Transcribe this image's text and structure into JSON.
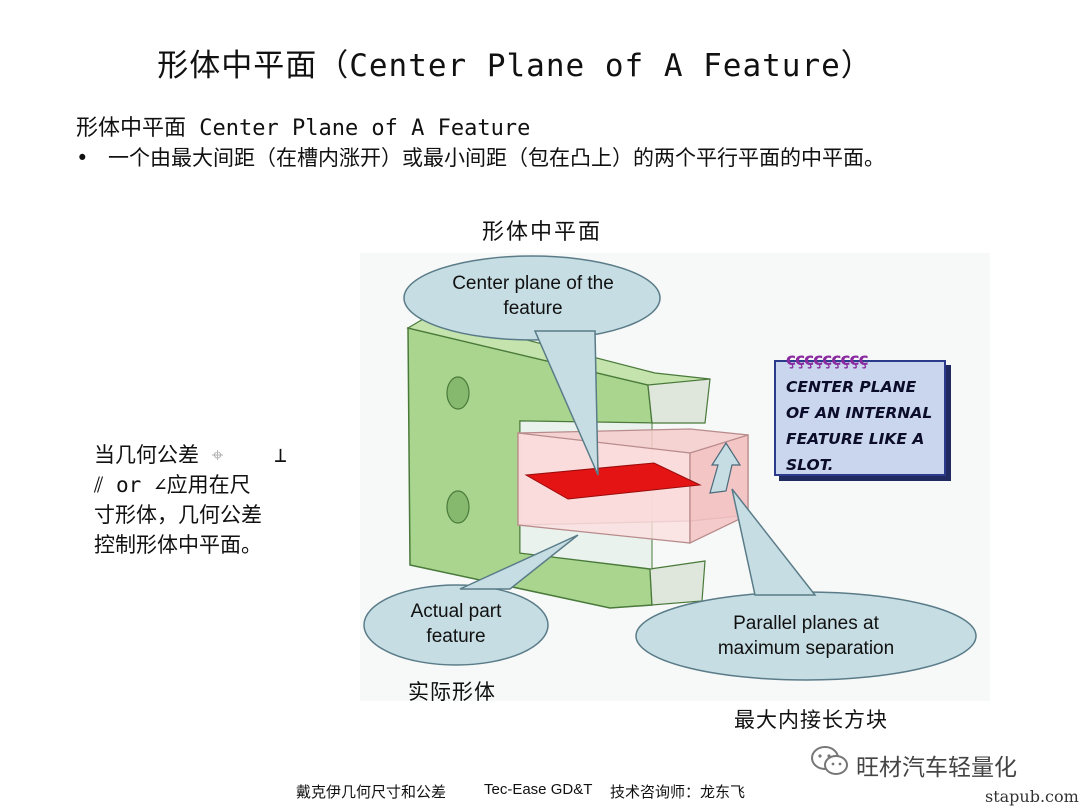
{
  "slide": {
    "title": "形体中平面（Center Plane of A Feature）",
    "subtitle": "形体中平面 Center Plane of A Feature",
    "bullet_marker": "•",
    "bullet_text": "一个由最大间距（在槽内涨开）或最小间距（包在凸上）的两个平行平面的中平面。",
    "diagram_heading": "形体中平面",
    "side_note": {
      "line1_prefix": "当几何公差",
      "position_symbol": "⌖",
      "perpendicularity_symbol": "⊥",
      "line2": "⫽ or ∠应用在尺",
      "line3": "寸形体，几何公差",
      "line4": "控制形体中平面。"
    }
  },
  "figure": {
    "callout_center_plane": "Center plane of the feature",
    "callout_actual_part": "Actual part feature",
    "callout_parallel_planes": "Parallel planes at maximum separation",
    "note_rings": "ççççççççç",
    "note_text": "CENTER PLANE OF AN INTERNAL FEATURE LIKE A SLOT.",
    "label_actual": "实际形体",
    "label_block": "最大内接长方块",
    "colors": {
      "part_green": "#a9d58f",
      "callout_fill": "#c6dde3",
      "plane_red": "#e41414",
      "block_pink": "#f6cccc",
      "note_fill": "#c9d6ee"
    }
  },
  "footer": {
    "left": "戴克伊几何尺寸和公差",
    "middle": "Tec-Ease GD&T",
    "right": "技术咨询师：龙东飞"
  },
  "watermark": {
    "icon": "wechat-icon",
    "text": "旺材汽车轻量化"
  },
  "site": "stapub.com"
}
